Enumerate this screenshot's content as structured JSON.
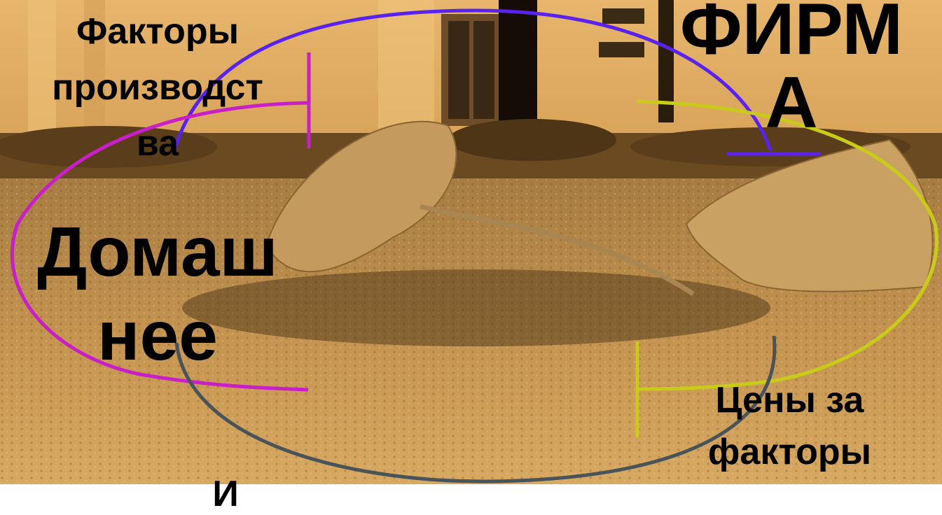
{
  "labels": {
    "factors_line1": "Факторы",
    "factors_line2": "производст",
    "factors_line3": "ва",
    "firm_line1": "ФИРМ",
    "firm_line2": "А",
    "household_line1": "Домаш",
    "household_line2": "нее",
    "prices_line1": "Цены за",
    "prices_line2": "факторы",
    "bottom_partial": "И"
  },
  "colors": {
    "blue_arc": "#5a22ee",
    "magenta_arc": "#c81fc8",
    "yellow_arc": "#c8cc18",
    "gray_arc": "#49545a",
    "text": "#000000"
  }
}
